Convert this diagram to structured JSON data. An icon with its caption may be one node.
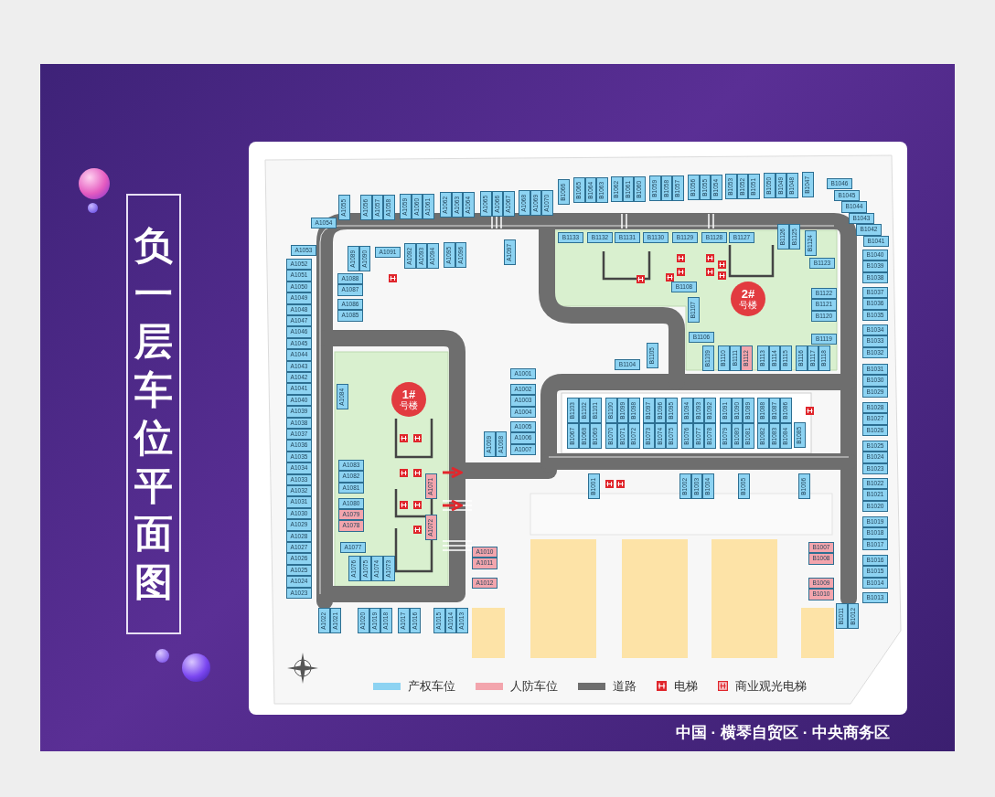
{
  "diagram": {
    "title": "负一层车位平面图",
    "nodes": [
      {
        "text": [
          "1#",
          "号楼"
        ]
      },
      {
        "text": [
          "2#",
          "号楼"
        ]
      },
      {
        "text": [
          "A1052"
        ]
      },
      {
        "text": [
          "A1051"
        ]
      },
      {
        "text": [
          "A1050"
        ]
      },
      {
        "text": [
          "A1049"
        ]
      },
      {
        "text": [
          "A1048"
        ]
      },
      {
        "text": [
          "A1047"
        ]
      },
      {
        "text": [
          "A1046"
        ]
      },
      {
        "text": [
          "A1045"
        ]
      },
      {
        "text": [
          "A1044"
        ]
      },
      {
        "text": [
          "A1043"
        ]
      },
      {
        "text": [
          "A1042"
        ]
      },
      {
        "text": [
          "A1041"
        ]
      },
      {
        "text": [
          "A1040"
        ]
      },
      {
        "text": [
          "A1039"
        ]
      },
      {
        "text": [
          "A1038"
        ]
      },
      {
        "text": [
          "A1037"
        ]
      },
      {
        "text": [
          "A1036"
        ]
      },
      {
        "text": [
          "A1035"
        ]
      },
      {
        "text": [
          "A1034"
        ]
      },
      {
        "text": [
          "A1033"
        ]
      },
      {
        "text": [
          "A1032"
        ]
      },
      {
        "text": [
          "A1031"
        ]
      },
      {
        "text": [
          "A1030"
        ]
      },
      {
        "text": [
          "A1029"
        ]
      },
      {
        "text": [
          "A1028"
        ]
      },
      {
        "text": [
          "A1027"
        ]
      },
      {
        "text": [
          "A1026"
        ]
      },
      {
        "text": [
          "A1025"
        ]
      },
      {
        "text": [
          "A1024"
        ]
      },
      {
        "text": [
          "A1023"
        ]
      },
      {
        "text": [
          "A1053"
        ]
      },
      {
        "text": [
          "A1054"
        ]
      },
      {
        "text": [
          "A1055"
        ]
      },
      {
        "text": [
          "A1056"
        ]
      },
      {
        "text": [
          "A1057"
        ]
      },
      {
        "text": [
          "A1058"
        ]
      },
      {
        "text": [
          "A1059"
        ]
      },
      {
        "text": [
          "A1060"
        ]
      },
      {
        "text": [
          "A1061"
        ]
      },
      {
        "text": [
          "A1062"
        ]
      },
      {
        "text": [
          "A1063"
        ]
      },
      {
        "text": [
          "A1064"
        ]
      },
      {
        "text": [
          "A1065"
        ]
      },
      {
        "text": [
          "A1066"
        ]
      },
      {
        "text": [
          "A1067"
        ]
      },
      {
        "text": [
          "A1068"
        ]
      },
      {
        "text": [
          "A1069"
        ]
      },
      {
        "text": [
          "A1070"
        ]
      },
      {
        "text": [
          "A1089"
        ]
      },
      {
        "text": [
          "A1090"
        ]
      },
      {
        "text": [
          "A1091"
        ]
      },
      {
        "text": [
          "A1092"
        ]
      },
      {
        "text": [
          "A1093"
        ]
      },
      {
        "text": [
          "A1094"
        ]
      },
      {
        "text": [
          "A1095"
        ]
      },
      {
        "text": [
          "A1096"
        ]
      },
      {
        "text": [
          "A1097"
        ]
      },
      {
        "text": [
          "A1088"
        ]
      },
      {
        "text": [
          "A1087"
        ]
      },
      {
        "text": [
          "A1086"
        ]
      },
      {
        "text": [
          "A1085"
        ]
      },
      {
        "text": [
          "A1084"
        ]
      },
      {
        "text": [
          "A1083"
        ]
      },
      {
        "text": [
          "A1082"
        ]
      },
      {
        "text": [
          "A1081"
        ]
      },
      {
        "text": [
          "A1080"
        ]
      },
      {
        "text": [
          "A1079"
        ]
      },
      {
        "text": [
          "A1078"
        ]
      },
      {
        "text": [
          "A1077"
        ]
      },
      {
        "text": [
          "A1076"
        ]
      },
      {
        "text": [
          "A1075"
        ]
      },
      {
        "text": [
          "A1074"
        ]
      },
      {
        "text": [
          "A1073"
        ]
      },
      {
        "text": [
          "A1071"
        ]
      },
      {
        "text": [
          "A1072"
        ]
      },
      {
        "text": [
          "A1001"
        ]
      },
      {
        "text": [
          "A1002"
        ]
      },
      {
        "text": [
          "A1003"
        ]
      },
      {
        "text": [
          "A1004"
        ]
      },
      {
        "text": [
          "A1005"
        ]
      },
      {
        "text": [
          "A1006"
        ]
      },
      {
        "text": [
          "A1007"
        ]
      },
      {
        "text": [
          "A1009"
        ]
      },
      {
        "text": [
          "A1008"
        ]
      },
      {
        "text": [
          "A1010"
        ]
      },
      {
        "text": [
          "A1011"
        ]
      },
      {
        "text": [
          "A1012"
        ]
      },
      {
        "text": [
          "A1022"
        ]
      },
      {
        "text": [
          "A1021"
        ]
      },
      {
        "text": [
          "A1020"
        ]
      },
      {
        "text": [
          "A1019"
        ]
      },
      {
        "text": [
          "A1018"
        ]
      },
      {
        "text": [
          "A1017"
        ]
      },
      {
        "text": [
          "A1016"
        ]
      },
      {
        "text": [
          "A1015"
        ]
      },
      {
        "text": [
          "A1014"
        ]
      },
      {
        "text": [
          "A1013"
        ]
      },
      {
        "text": [
          "B1066"
        ]
      },
      {
        "text": [
          "B1065"
        ]
      },
      {
        "text": [
          "B1064"
        ]
      },
      {
        "text": [
          "B1063"
        ]
      },
      {
        "text": [
          "B1062"
        ]
      },
      {
        "text": [
          "B1061"
        ]
      },
      {
        "text": [
          "B1060"
        ]
      },
      {
        "text": [
          "B1059"
        ]
      },
      {
        "text": [
          "B1058"
        ]
      },
      {
        "text": [
          "B1057"
        ]
      },
      {
        "text": [
          "B1056"
        ]
      },
      {
        "text": [
          "B1055"
        ]
      },
      {
        "text": [
          "B1054"
        ]
      },
      {
        "text": [
          "B1053"
        ]
      },
      {
        "text": [
          "B1052"
        ]
      },
      {
        "text": [
          "B1051"
        ]
      },
      {
        "text": [
          "B1050"
        ]
      },
      {
        "text": [
          "B1049"
        ]
      },
      {
        "text": [
          "B1048"
        ]
      },
      {
        "text": [
          "B1047"
        ]
      },
      {
        "text": [
          "B1046"
        ]
      },
      {
        "text": [
          "B1045"
        ]
      },
      {
        "text": [
          "B1044"
        ]
      },
      {
        "text": [
          "B1043"
        ]
      },
      {
        "text": [
          "B1042"
        ]
      },
      {
        "text": [
          "B1041"
        ]
      },
      {
        "text": [
          "B1040"
        ]
      },
      {
        "text": [
          "B1039"
        ]
      },
      {
        "text": [
          "B1038"
        ]
      },
      {
        "text": [
          "B1037"
        ]
      },
      {
        "text": [
          "B1036"
        ]
      },
      {
        "text": [
          "B1035"
        ]
      },
      {
        "text": [
          "B1034"
        ]
      },
      {
        "text": [
          "B1033"
        ]
      },
      {
        "text": [
          "B1032"
        ]
      },
      {
        "text": [
          "B1031"
        ]
      },
      {
        "text": [
          "B1030"
        ]
      },
      {
        "text": [
          "B1029"
        ]
      },
      {
        "text": [
          "B1028"
        ]
      },
      {
        "text": [
          "B1027"
        ]
      },
      {
        "text": [
          "B1026"
        ]
      },
      {
        "text": [
          "B1025"
        ]
      },
      {
        "text": [
          "B1024"
        ]
      },
      {
        "text": [
          "B1023"
        ]
      },
      {
        "text": [
          "B1022"
        ]
      },
      {
        "text": [
          "B1021"
        ]
      },
      {
        "text": [
          "B1020"
        ]
      },
      {
        "text": [
          "B1019"
        ]
      },
      {
        "text": [
          "B1018"
        ]
      },
      {
        "text": [
          "B1017"
        ]
      },
      {
        "text": [
          "B1016"
        ]
      },
      {
        "text": [
          "B1015"
        ]
      },
      {
        "text": [
          "B1014"
        ]
      },
      {
        "text": [
          "B1013"
        ]
      },
      {
        "text": [
          "B1011"
        ]
      },
      {
        "text": [
          "B1012"
        ]
      },
      {
        "text": [
          "B1009"
        ]
      },
      {
        "text": [
          "B1010"
        ]
      },
      {
        "text": [
          "B1007"
        ]
      },
      {
        "text": [
          "B1008"
        ]
      },
      {
        "text": [
          "B1006"
        ]
      },
      {
        "text": [
          "B1005"
        ]
      },
      {
        "text": [
          "B1002"
        ]
      },
      {
        "text": [
          "B1003"
        ]
      },
      {
        "text": [
          "B1004"
        ]
      },
      {
        "text": [
          "B1001"
        ]
      },
      {
        "text": [
          "B1067"
        ]
      },
      {
        "text": [
          "B1068"
        ]
      },
      {
        "text": [
          "B1069"
        ]
      },
      {
        "text": [
          "B1070"
        ]
      },
      {
        "text": [
          "B1071"
        ]
      },
      {
        "text": [
          "B1072"
        ]
      },
      {
        "text": [
          "B1073"
        ]
      },
      {
        "text": [
          "B1074"
        ]
      },
      {
        "text": [
          "B1075"
        ]
      },
      {
        "text": [
          "B1076"
        ]
      },
      {
        "text": [
          "B1077"
        ]
      },
      {
        "text": [
          "B1078"
        ]
      },
      {
        "text": [
          "B1079"
        ]
      },
      {
        "text": [
          "B1080"
        ]
      },
      {
        "text": [
          "B1081"
        ]
      },
      {
        "text": [
          "B1082"
        ]
      },
      {
        "text": [
          "B1083"
        ]
      },
      {
        "text": [
          "B1084"
        ]
      },
      {
        "text": [
          "B1085"
        ]
      },
      {
        "text": [
          "B1103"
        ]
      },
      {
        "text": [
          "B1102"
        ]
      },
      {
        "text": [
          "B1101"
        ]
      },
      {
        "text": [
          "B1100"
        ]
      },
      {
        "text": [
          "B1099"
        ]
      },
      {
        "text": [
          "B1098"
        ]
      },
      {
        "text": [
          "B1097"
        ]
      },
      {
        "text": [
          "B1096"
        ]
      },
      {
        "text": [
          "B1095"
        ]
      },
      {
        "text": [
          "B1094"
        ]
      },
      {
        "text": [
          "B1093"
        ]
      },
      {
        "text": [
          "B1092"
        ]
      },
      {
        "text": [
          "B1091"
        ]
      },
      {
        "text": [
          "B1090"
        ]
      },
      {
        "text": [
          "B1089"
        ]
      },
      {
        "text": [
          "B1088"
        ]
      },
      {
        "text": [
          "B1087"
        ]
      },
      {
        "text": [
          "B1086"
        ]
      },
      {
        "text": [
          "B1104"
        ]
      },
      {
        "text": [
          "B1105"
        ]
      },
      {
        "text": [
          "B1108"
        ]
      },
      {
        "text": [
          "B1107"
        ]
      },
      {
        "text": [
          "B1106"
        ]
      },
      {
        "text": [
          "B1109"
        ]
      },
      {
        "text": [
          "B1110"
        ]
      },
      {
        "text": [
          "B1111"
        ]
      },
      {
        "text": [
          "B1112"
        ]
      },
      {
        "text": [
          "B1113"
        ]
      },
      {
        "text": [
          "B1114"
        ]
      },
      {
        "text": [
          "B1115"
        ]
      },
      {
        "text": [
          "B1116"
        ]
      },
      {
        "text": [
          "B1117"
        ]
      },
      {
        "text": [
          "B1118"
        ]
      },
      {
        "text": [
          "B1119"
        ]
      },
      {
        "text": [
          "B1122"
        ]
      },
      {
        "text": [
          "B1121"
        ]
      },
      {
        "text": [
          "B1120"
        ]
      },
      {
        "text": [
          "B1123"
        ]
      },
      {
        "text": [
          "B1124"
        ]
      },
      {
        "text": [
          "B1126"
        ]
      },
      {
        "text": [
          "B1125"
        ]
      },
      {
        "text": [
          "B1127"
        ]
      },
      {
        "text": [
          "B1128"
        ]
      },
      {
        "text": [
          "B1129"
        ]
      },
      {
        "text": [
          "B1130"
        ]
      },
      {
        "text": [
          "B1131"
        ]
      },
      {
        "text": [
          "B1132"
        ]
      },
      {
        "text": [
          "B1133"
        ]
      }
    ],
    "labels": [
      "中国 · 横琴自贸区 · 中央商务区"
    ],
    "legend": [
      {
        "text": "产权车位",
        "color": "#8dd3f2"
      },
      {
        "text": "人防车位",
        "color": "#f3a5ad"
      },
      {
        "text": "道路",
        "color": "#6e6e6e"
      },
      {
        "text": "电梯"
      },
      {
        "text": "商业观光电梯"
      }
    ]
  }
}
